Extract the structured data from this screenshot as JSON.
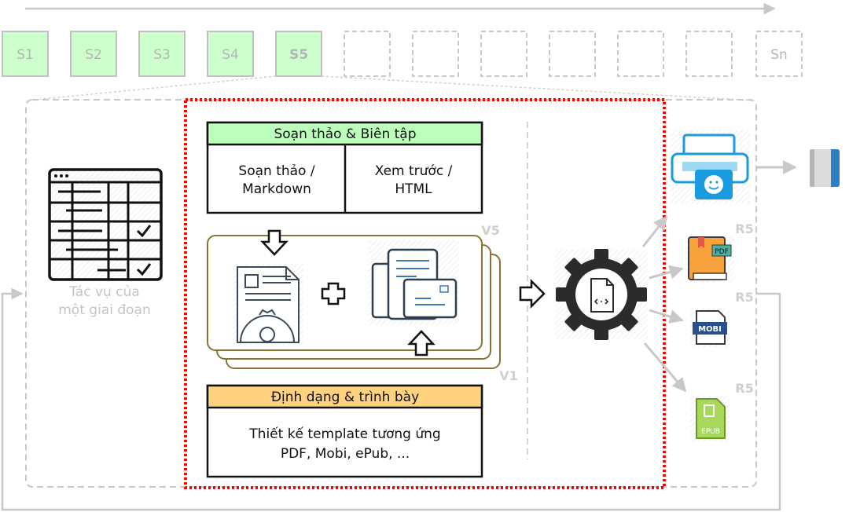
{
  "stages": [
    "S1",
    "S2",
    "S3",
    "S4",
    "S5",
    "",
    "",
    "",
    "",
    "",
    "",
    "Sn"
  ],
  "active_stage": "S5",
  "task_caption": [
    "Tác vụ của",
    "một giai đoạn"
  ],
  "editing": {
    "title": "Soạn thảo & Biên tập",
    "left": [
      "Soạn thảo /",
      "Markdown"
    ],
    "right": [
      "Xem trước /",
      "HTML"
    ]
  },
  "versions": {
    "top": "V5",
    "bottom": "V1"
  },
  "formatting": {
    "title": "Định dạng & trình bày",
    "lines": [
      "Thiết kế template tương ứng",
      "PDF, Mobi, ePub, ..."
    ]
  },
  "outputs": [
    {
      "icon": "printer-icon",
      "label": ""
    },
    {
      "icon": "pdf-book-icon",
      "label": "PDF"
    },
    {
      "icon": "mobi-file-icon",
      "label": "MOBI"
    },
    {
      "icon": "epub-file-icon",
      "label": "EPUB"
    }
  ],
  "release_labels": [
    "R5",
    "R5",
    "R5"
  ],
  "colors": {
    "stage_done_fill": "#ccffcc",
    "stage_border": "#bdbdbd",
    "focus_border": "#ff0000",
    "edit_header": "#bbffbb",
    "format_header": "#ffd27f",
    "version_border": "#8b7338"
  }
}
